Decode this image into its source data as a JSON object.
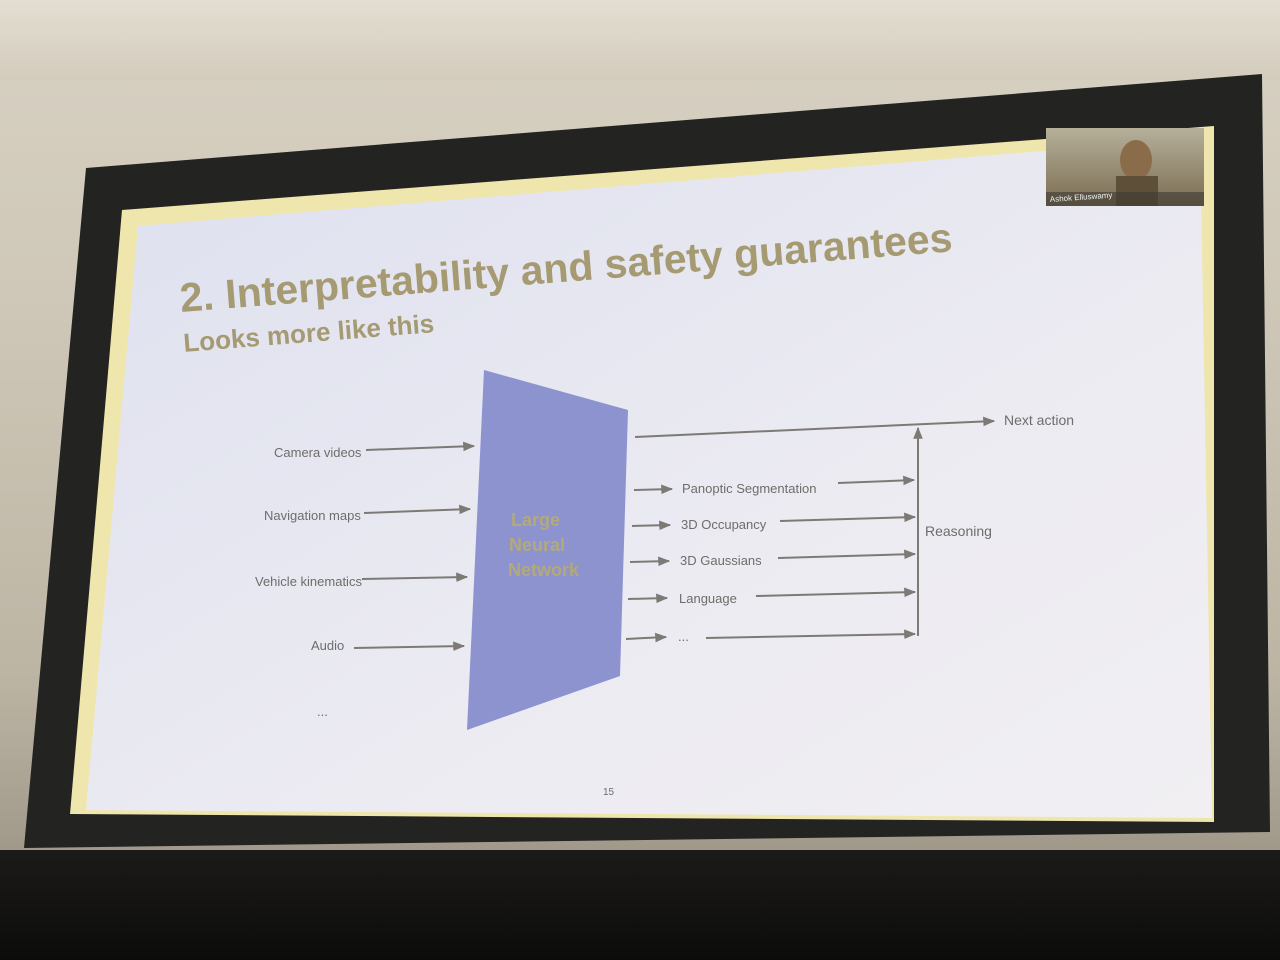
{
  "slide": {
    "title": "2. Interpretability and safety guarantees",
    "subtitle": "Looks more like this",
    "page_number": "15",
    "speaker_name": "Ashok Elluswamy",
    "network_label_lines": [
      "Large",
      "Neural",
      "Network"
    ],
    "inputs": [
      "Camera videos",
      "Navigation maps",
      "Vehicle kinematics",
      "Audio",
      "..."
    ],
    "outputs": [
      "Panoptic Segmentation",
      "3D Occupancy",
      "3D Gaussians",
      "Language",
      "..."
    ],
    "next_action": "Next action",
    "reasoning": "Reasoning"
  },
  "colors": {
    "title": "#a59a72",
    "network_fill": "#8c93cf",
    "network_text": "#b3a979",
    "arrow": "#7d7a76",
    "label": "#6f6c6a",
    "slide_bg": "#e6e6f0",
    "border": "#f3eab1"
  }
}
